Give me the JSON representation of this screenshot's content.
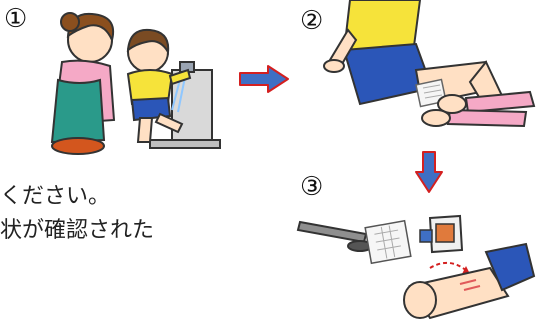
{
  "steps": [
    {
      "number": "①"
    },
    {
      "number": "②"
    },
    {
      "number": "③"
    }
  ],
  "text_fragments": [
    "ください。",
    "状が確認された"
  ],
  "icons": {
    "step1": "child-washing-wound-at-sink-illustration",
    "step2": "adult-applying-gauze-to-knee-illustration",
    "step3": "scissors-gauze-ointment-and-leg-illustration",
    "arrow_right": "arrow-right-icon",
    "arrow_down": "arrow-down-icon"
  },
  "colors": {
    "arrow_fill": "#3f6fc4",
    "arrow_stroke": "#d42020",
    "child_shirt": "#f6e33a",
    "shorts": "#2b56b8",
    "skin": "#ffe0c4",
    "pink": "#f5a9c6",
    "wound": "#e05a5a"
  }
}
